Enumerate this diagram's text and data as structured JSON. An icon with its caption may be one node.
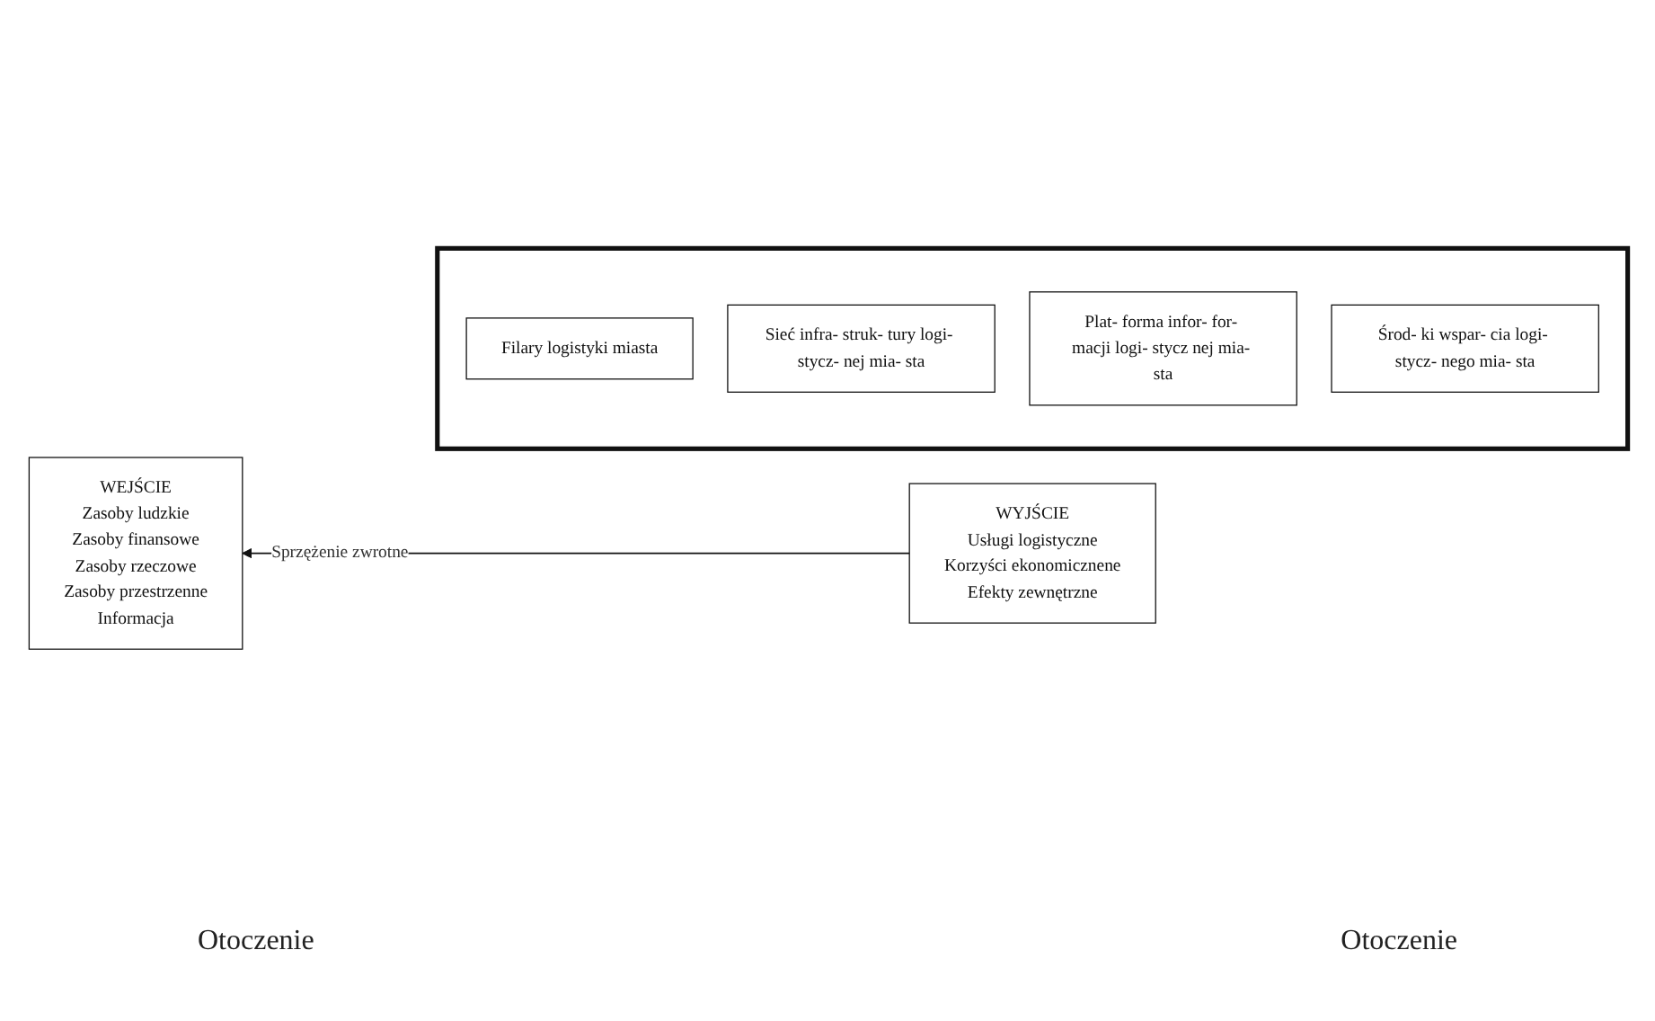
{
  "diagram": {
    "nodes": [
      {
        "text": [
          "WEJŚCIE",
          "Zasoby ludzkie",
          "Zasoby finansowe",
          "Zasoby rzeczowe",
          "Zasoby przestrzenne",
          "Informacja"
        ]
      },
      {
        "text": [],
        "shape": "box"
      },
      {
        "text": [
          "Filary logistyki miasta"
        ],
        "in": 1
      },
      {
        "text": [
          "Sieć infra- struk- tury logi- stycz- nej mia- sta"
        ],
        "in": 1
      },
      {
        "text": [
          "Plat- forma infor- for- macji logi- stycz nej mia- sta"
        ],
        "in": 1
      },
      {
        "text": [
          "Środ- ki wspar- cia logi- stycz- nego mia- sta"
        ],
        "in": 1
      },
      {
        "text": [
          "WYJŚCIE",
          "Usługi logistyczne",
          "Korzyści ekonomicznene",
          "Efekty zewnętrzne"
        ]
      }
    ],
    "edges": [
      {
        "from": 6,
        "to": 0,
        "arrow": "to",
        "label": "Sprzężenie zwrotne"
      }
    ],
    "labels": [
      "Otoczenie",
      "Otoczenie"
    ]
  }
}
